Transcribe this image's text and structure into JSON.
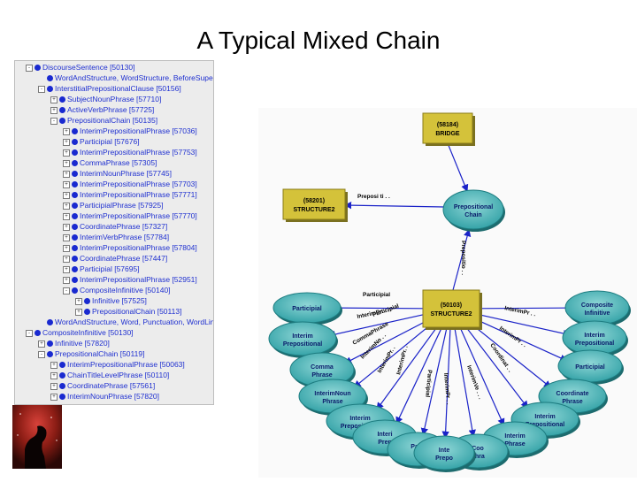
{
  "title": "A Typical Mixed Chain",
  "tree": {
    "items": [
      {
        "label": "DiscourseSentence [50130]",
        "depth": 0,
        "exp": "-"
      },
      {
        "label": "WordAndStructure, WordStructure, BeforeSupers",
        "depth": 1,
        "exp": ""
      },
      {
        "label": "InterstitialPrepositionalClause [50156]",
        "depth": 1,
        "exp": "-"
      },
      {
        "label": "SubjectNounPhrase [57710]",
        "depth": 2,
        "exp": "+"
      },
      {
        "label": "ActiveVerbPhrase [57725]",
        "depth": 2,
        "exp": "+"
      },
      {
        "label": "PrepositionalChain [50135]",
        "depth": 2,
        "exp": "-"
      },
      {
        "label": "InterimPrepositionalPhrase [57036]",
        "depth": 3,
        "exp": "+"
      },
      {
        "label": "Participial [57676]",
        "depth": 3,
        "exp": "+"
      },
      {
        "label": "InterimPrepositionalPhrase [57753]",
        "depth": 3,
        "exp": "+"
      },
      {
        "label": "CommaPhrase [57305]",
        "depth": 3,
        "exp": "+"
      },
      {
        "label": "InterimNounPhrase [57745]",
        "depth": 3,
        "exp": "+"
      },
      {
        "label": "InterimPrepositionalPhrase [57703]",
        "depth": 3,
        "exp": "+"
      },
      {
        "label": "InterimPrepositionalPhrase [57771]",
        "depth": 3,
        "exp": "+"
      },
      {
        "label": "ParticipialPhrase [57925]",
        "depth": 3,
        "exp": "+"
      },
      {
        "label": "InterimPrepositionalPhrase [57770]",
        "depth": 3,
        "exp": "+"
      },
      {
        "label": "CoordinatePhrase [57327]",
        "depth": 3,
        "exp": "+"
      },
      {
        "label": "InterimVerbPhrase [57784]",
        "depth": 3,
        "exp": "+"
      },
      {
        "label": "InterimPrepositionalPhrase [57804]",
        "depth": 3,
        "exp": "+"
      },
      {
        "label": "CoordinatePhrase [57447]",
        "depth": 3,
        "exp": "+"
      },
      {
        "label": "Participial [57695]",
        "depth": 3,
        "exp": "+"
      },
      {
        "label": "InterimPrepositionalPhrase [52951]",
        "depth": 3,
        "exp": "+"
      },
      {
        "label": "CompositeInfinitive [50140]",
        "depth": 3,
        "exp": "-"
      },
      {
        "label": "Infinitive [57525]",
        "depth": 4,
        "exp": "+"
      },
      {
        "label": "PrepositionalChain [50113]",
        "depth": 4,
        "exp": "+"
      },
      {
        "label": "WordAndStructure, Word, Punctuation, WordLine",
        "depth": 1,
        "exp": ""
      },
      {
        "label": "CompositeInfinitive [50130]",
        "depth": 0,
        "exp": "-"
      },
      {
        "label": "Infinitive [57820]",
        "depth": 1,
        "exp": "+"
      },
      {
        "label": "PrepositionalChain [50119]",
        "depth": 1,
        "exp": "-"
      },
      {
        "label": "InterimPrepositionalPhrase [50063]",
        "depth": 2,
        "exp": "+"
      },
      {
        "label": "ChainTitleLevelPhrase [50110]",
        "depth": 2,
        "exp": "+"
      },
      {
        "label": "CoordinatePhrase [57561]",
        "depth": 2,
        "exp": "+"
      },
      {
        "label": "InterimNounPhrase [57820]",
        "depth": 2,
        "exp": "+"
      }
    ]
  },
  "diagram": {
    "colors": {
      "box": "#d4c23a",
      "ellipse": "#2e9fa4",
      "edge": "#1a22c8",
      "bg": "#fafafa"
    },
    "boxes": [
      {
        "id": "bridge",
        "line1": "(58184)",
        "line2": "BRIDGE"
      },
      {
        "id": "structure2a",
        "line1": "(58201)",
        "line2": "STRUCTURE2"
      },
      {
        "id": "structure2b",
        "line1": "(50103)",
        "line2": "STRUCTURE2"
      }
    ],
    "ellipses": [
      {
        "id": "prep-chain",
        "line1": "Prepositional",
        "line2": "Chain"
      },
      {
        "id": "participial-left",
        "line1": "Participial",
        "line2": ""
      },
      {
        "id": "interim-prep-left",
        "line1": "Interim",
        "line2": "Prepositional"
      },
      {
        "id": "comma-phrase",
        "line1": "Comma",
        "line2": "Phrase"
      },
      {
        "id": "interim-noun",
        "line1": "InterimNoun",
        "line2": "Phrase"
      },
      {
        "id": "interim-bot1",
        "line1": "Interim",
        "line2": "Prepositional"
      },
      {
        "id": "interim-bot2",
        "line1": "Interi",
        "line2": "Prep"
      },
      {
        "id": "parti-bot",
        "line1": "Parti",
        "line2": "Pl"
      },
      {
        "id": "inter-bot3",
        "line1": "Inte",
        "line2": "Prepo"
      },
      {
        "id": "coo-bot",
        "line1": "Coo",
        "line2": "Phra"
      },
      {
        "id": "interim-bot4",
        "line1": "Interim",
        "line2": "Phrase"
      },
      {
        "id": "interim-right-low",
        "line1": "Interim",
        "line2": "Prepositional"
      },
      {
        "id": "coordinate-right",
        "line1": "Coordinate",
        "line2": "Phrase"
      },
      {
        "id": "participial-right",
        "line1": "Participial",
        "line2": ""
      },
      {
        "id": "interim-right",
        "line1": "Interim",
        "line2": "Prepositional"
      },
      {
        "id": "composite-right",
        "line1": "Composite",
        "line2": "Infinitive"
      }
    ],
    "edge_labels": {
      "preposi": "Preposi ti . .",
      "prepositio": "Prepositio . .",
      "participial": "Participial",
      "interimpr": "InterimPr. . .",
      "participial2": "Participial",
      "commaphrase": "CommaPhrase",
      "interimnoun": "InterimNo . .",
      "interimpr2": "InterimPr. .",
      "interimpr3": "InterimPr. .",
      "participialp": "Participial",
      "interimpro": "InterimPr . .",
      "interimve": "InterimVe . . .",
      "coordinat": "Coordinat . .",
      "interimpr4": "InterimPr . .",
      "compos": "InterimPr . ."
    }
  },
  "thumbnail": {
    "icon": "horsehead-nebula-thumbnail"
  }
}
